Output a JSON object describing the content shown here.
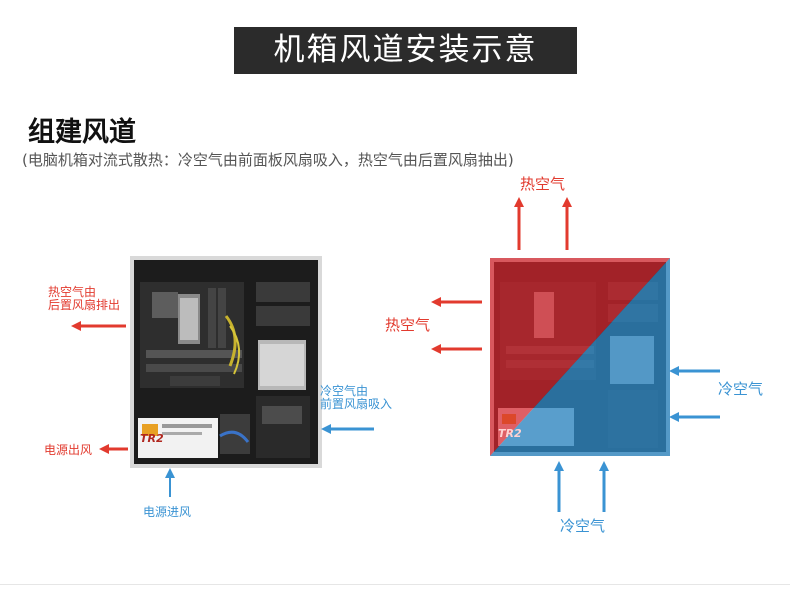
{
  "title": "机箱风道安装示意",
  "heading": "组建风道",
  "subtitle": "(电脑机箱对流式散热：冷空气由前面板风扇吸入，热空气由后置风扇抽出)",
  "left_diagram": {
    "hot_rear_line1": "热空气由",
    "hot_rear_line2": "后置风扇排出",
    "cold_front_line1": "冷空气由",
    "cold_front_line2": "前置风扇吸入",
    "psu_out": "电源出风",
    "psu_in": "电源进风",
    "psu_brand": "TR2"
  },
  "right_diagram": {
    "hot_top": "热空气",
    "hot_rear": "热空气",
    "cold_front": "冷空气",
    "cold_bottom": "冷空气",
    "psu_brand": "TR2"
  },
  "colors": {
    "hot": "#e23a2e",
    "cold": "#3a93d3",
    "hot_overlay": "#d7262e",
    "cold_overlay": "#2e86c1",
    "title_bg": "#2b2b2b"
  }
}
